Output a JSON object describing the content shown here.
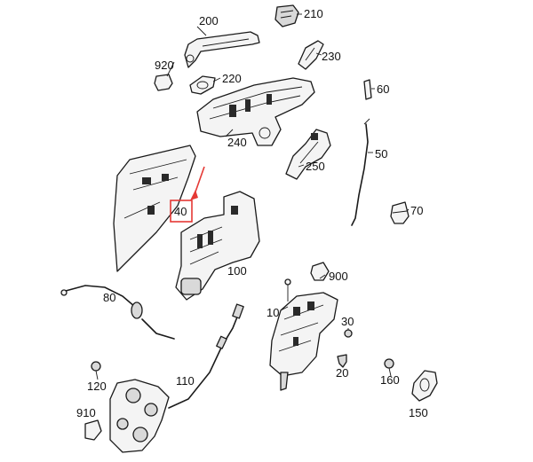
{
  "diagram": {
    "callouts": [
      {
        "id": "200",
        "label": "200"
      },
      {
        "id": "210",
        "label": "210"
      },
      {
        "id": "920",
        "label": "920"
      },
      {
        "id": "220",
        "label": "220"
      },
      {
        "id": "230",
        "label": "230"
      },
      {
        "id": "60",
        "label": "60"
      },
      {
        "id": "240",
        "label": "240"
      },
      {
        "id": "250",
        "label": "250"
      },
      {
        "id": "50",
        "label": "50"
      },
      {
        "id": "40",
        "label": "40"
      },
      {
        "id": "70",
        "label": "70"
      },
      {
        "id": "100",
        "label": "100"
      },
      {
        "id": "900",
        "label": "900"
      },
      {
        "id": "80",
        "label": "80"
      },
      {
        "id": "10",
        "label": "10"
      },
      {
        "id": "30",
        "label": "30"
      },
      {
        "id": "20",
        "label": "20"
      },
      {
        "id": "160",
        "label": "160"
      },
      {
        "id": "120",
        "label": "120"
      },
      {
        "id": "110",
        "label": "110"
      },
      {
        "id": "910",
        "label": "910"
      },
      {
        "id": "150",
        "label": "150"
      }
    ],
    "highlight": {
      "callout": "40",
      "color": "#e53935"
    }
  }
}
